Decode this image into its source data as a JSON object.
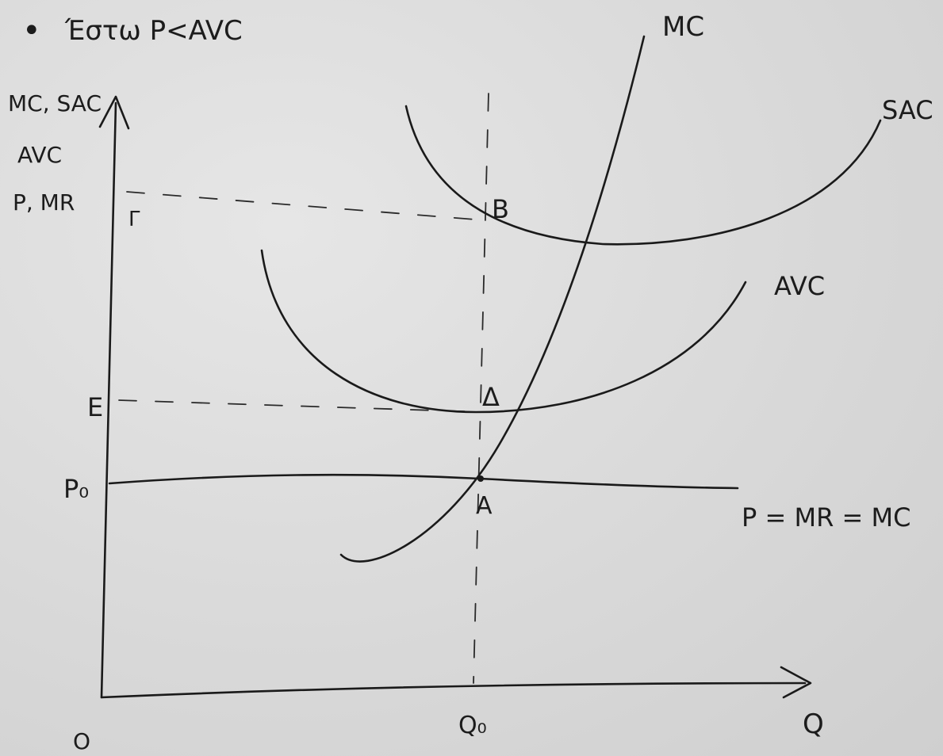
{
  "heading": {
    "bullet": "•",
    "text": "Έστω P<AVC"
  },
  "axes": {
    "y_label_line1": "MC, SAC",
    "y_label_line2": "AVC",
    "y_label_line3": "P, MR",
    "x_label": "Q",
    "origin": "O"
  },
  "curves": {
    "mc": "MC",
    "sac": "SAC",
    "avc": "AVC",
    "price_line": "P = MR = MC"
  },
  "levels": {
    "gamma": "Γ",
    "epsilon": "Ε",
    "p0": "P₀",
    "q0": "Q₀"
  },
  "points": {
    "b": "B",
    "delta": "Δ",
    "a": "A"
  },
  "colors": {
    "paper": "#dcdcdc",
    "ink": "#1a1a1a"
  }
}
